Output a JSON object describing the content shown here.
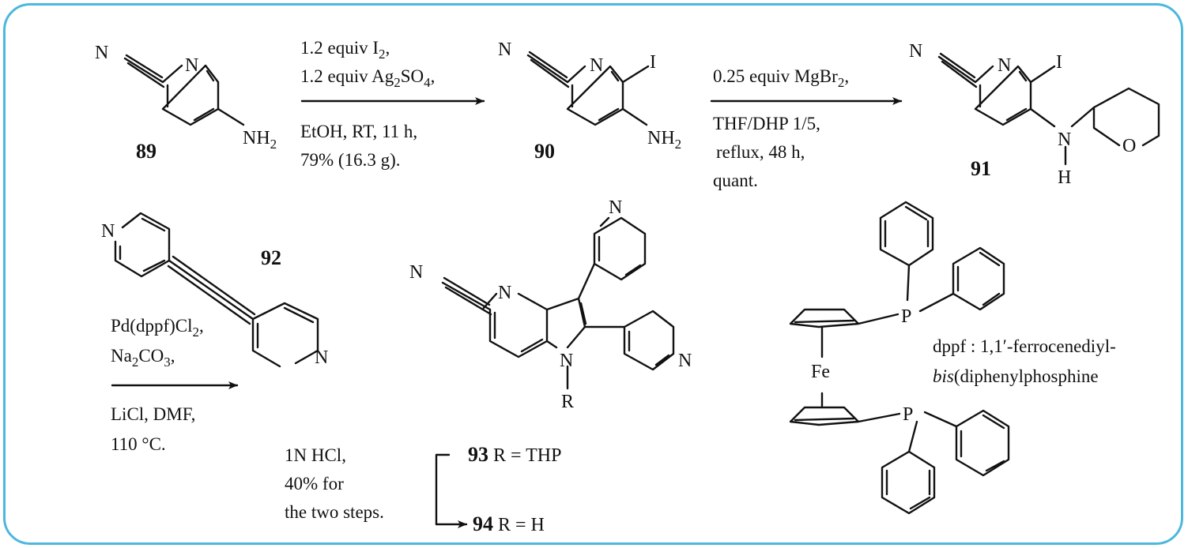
{
  "scheme": {
    "compounds": {
      "c89": {
        "number": "89",
        "nitrile": "N",
        "ring_n": "N",
        "amine": "NH",
        "amine_sub": "2"
      },
      "c90": {
        "number": "90",
        "nitrile": "N",
        "ring_n": "N",
        "iodo": "I",
        "amine": "NH",
        "amine_sub": "2"
      },
      "c91": {
        "number": "91",
        "nitrile": "N",
        "ring_n": "N",
        "iodo": "I",
        "amine_n": "N",
        "amine_h": "H",
        "thp_o": "O"
      },
      "c92": {
        "number": "92",
        "ring_n1": "N",
        "ring_n2": "N"
      },
      "c93": {
        "nitrile": "N",
        "ring_n": "N",
        "pyrrole_n": "N",
        "r_group": "R",
        "pyr_n1": "N",
        "pyr_n2": "N"
      },
      "dppf": {
        "metal": "Fe",
        "p1": "P",
        "p2": "P",
        "definition_line1": "dppf : 1,1′-ferrocenediyl-",
        "definition_italic": "bis",
        "definition_line2": "(diphenylphosphine"
      }
    },
    "steps": {
      "step1": {
        "line1": "1.2 equiv I",
        "line1_sub": "2",
        "line1_tail": ",",
        "line2": "1.2 equiv Ag",
        "line2_sub_a": "2",
        "line2_mid": "SO",
        "line2_sub_b": "4",
        "line2_tail": ",",
        "line3": "EtOH, RT, 11 h,",
        "line4": "79% (16.3 g)."
      },
      "step2": {
        "line1": "0.25 equiv MgBr",
        "line1_sub": "2",
        "line1_tail": ",",
        "line2": "THF/DHP 1/5,",
        "line3": "reflux, 48 h,",
        "line4": "quant."
      },
      "step3": {
        "line1": "Pd(dppf)Cl",
        "line1_sub": "2",
        "line1_tail": ",",
        "line2": "Na",
        "line2_sub_a": "2",
        "line2_mid": "CO",
        "line2_sub_b": "3",
        "line2_tail": ",",
        "line3": "LiCl, DMF,",
        "line4": "110 °C."
      },
      "step4": {
        "line1": "1N HCl,",
        "line2": "40% for",
        "line3": "the two steps."
      }
    },
    "products": {
      "p93": {
        "number": "93",
        "label": " R = THP"
      },
      "p94": {
        "number": "94",
        "label": " R = H"
      }
    }
  },
  "colors": {
    "frame_border": "#4cb8dc",
    "ink": "#111111"
  }
}
